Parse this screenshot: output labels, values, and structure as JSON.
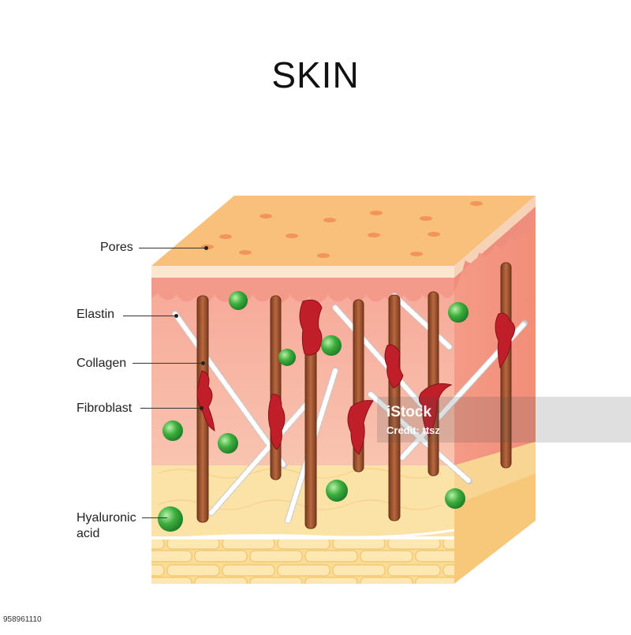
{
  "title": "SKIN",
  "labels": {
    "pores": "Pores",
    "elastin": "Elastin",
    "collagen": "Collagen",
    "fibroblast": "Fibroblast",
    "hyaluronic_line1": "Hyaluronic",
    "hyaluronic_line2": "acid"
  },
  "watermark": {
    "logo": "iStock",
    "credit": "Credit: ttsz"
  },
  "stock_id": "958961110",
  "colors": {
    "surface": "#f8bf78",
    "dermis": "#f6b6a0",
    "collagen": "#9a4f2c",
    "fibroblast": "#c01f2a",
    "hyaluronic": "#3cae3c",
    "fat": "#fbe0a0"
  }
}
